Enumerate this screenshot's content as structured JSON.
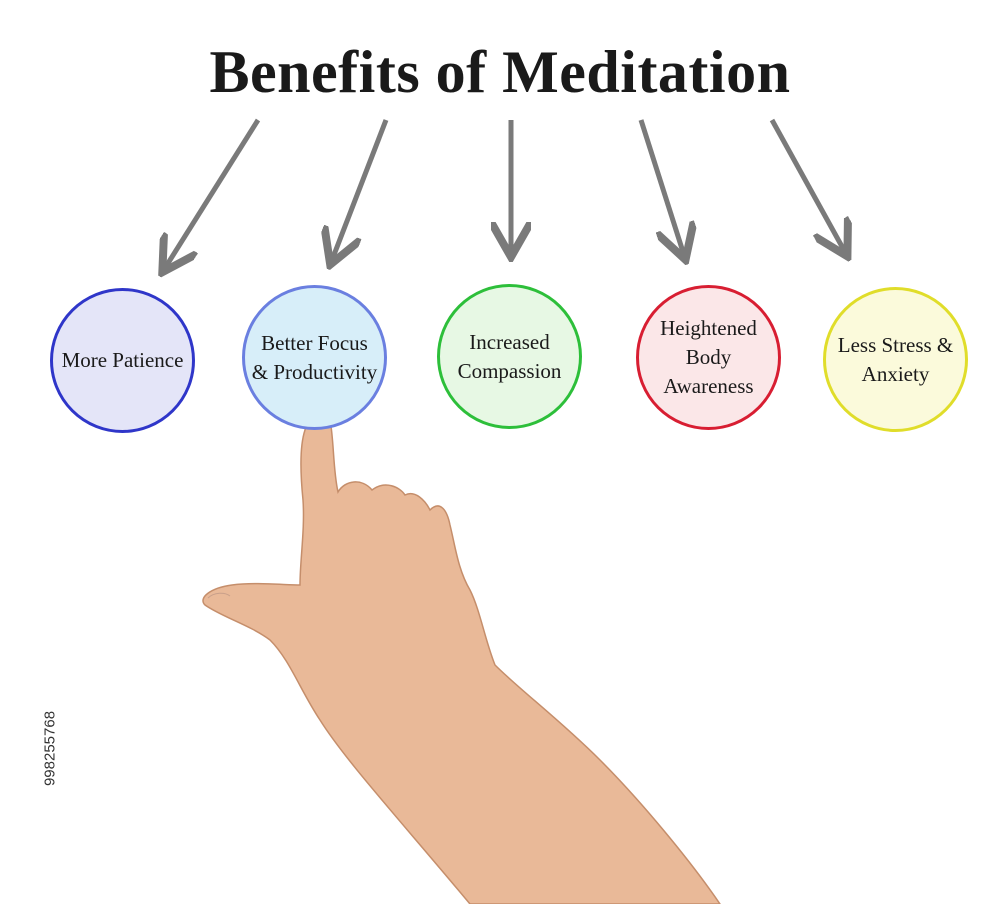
{
  "title": "Benefits of Meditation",
  "benefits": [
    {
      "label": "More Patience",
      "border": "#2f36c9",
      "fill": "#e4e5f8"
    },
    {
      "label": "Better Focus & Productivity",
      "border": "#6a7fe0",
      "fill": "#d7eef9"
    },
    {
      "label": "Increased Compassion",
      "border": "#2dbf3a",
      "fill": "#e7f8e4"
    },
    {
      "label": "Heightened Body Awareness",
      "border": "#d81e32",
      "fill": "#fbe7e8"
    },
    {
      "label": "Less Stress & Anxiety",
      "border": "#e0dd2a",
      "fill": "#fbfadb"
    }
  ],
  "stock_id": "998255768",
  "arrow_color": "#7a7a7a"
}
